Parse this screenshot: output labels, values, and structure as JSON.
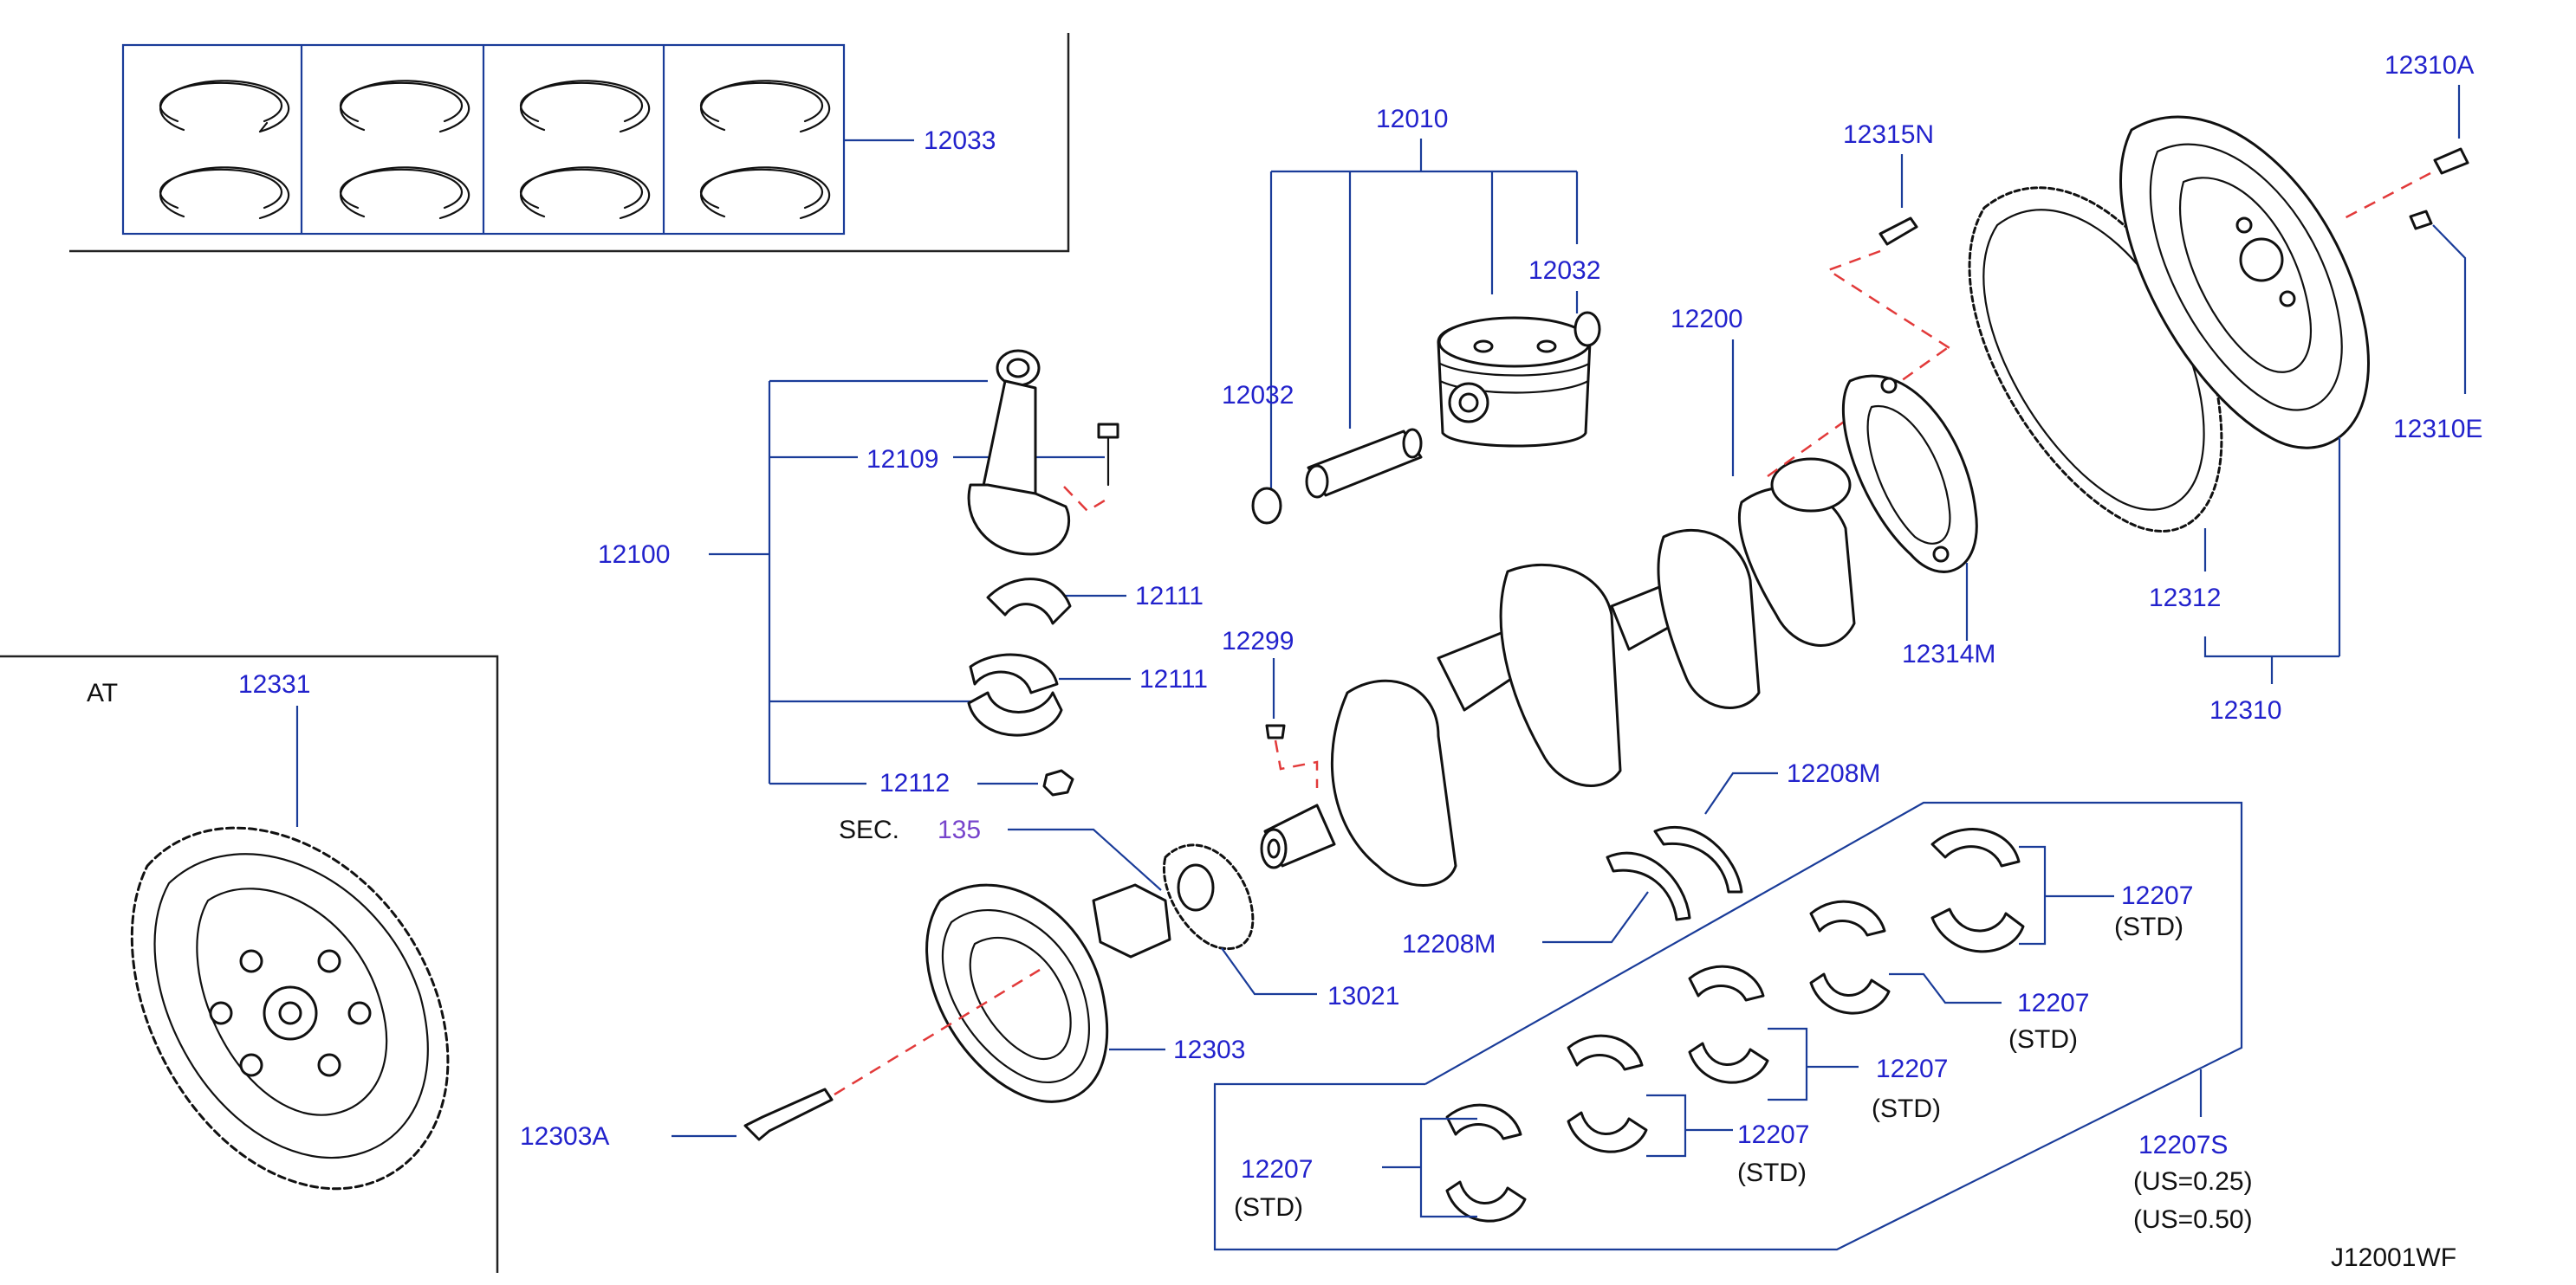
{
  "diagram_code": "J12001WF",
  "at_label": "AT",
  "sec_prefix": "SEC.",
  "sec_number": "135",
  "std": "(STD)",
  "us025": "(US=0.25)",
  "us050": "(US=0.50)",
  "parts": {
    "p12033": "12033",
    "p12010": "12010",
    "p12032a": "12032",
    "p12032b": "12032",
    "p12315N": "12315N",
    "p12310A": "12310A",
    "p12310E": "12310E",
    "p12200": "12200",
    "p12109": "12109",
    "p12100": "12100",
    "p12111a": "12111",
    "p12111b": "12111",
    "p12112": "12112",
    "p12299": "12299",
    "p12314M": "12314M",
    "p12312": "12312",
    "p12310": "12310",
    "p12331": "12331",
    "p12208Ma": "12208M",
    "p12208Mb": "12208M",
    "p12207a": "12207",
    "p12207b": "12207",
    "p12207c": "12207",
    "p12207d": "12207",
    "p12207e": "12207",
    "p12207S": "12207S",
    "p13021": "13021",
    "p12303": "12303",
    "p12303A": "12303A"
  },
  "colors": {
    "part_number": "#2222cc",
    "leader": "#1a3c99",
    "centerline": "#e23a3a",
    "sec_ref": "#7744cc"
  }
}
